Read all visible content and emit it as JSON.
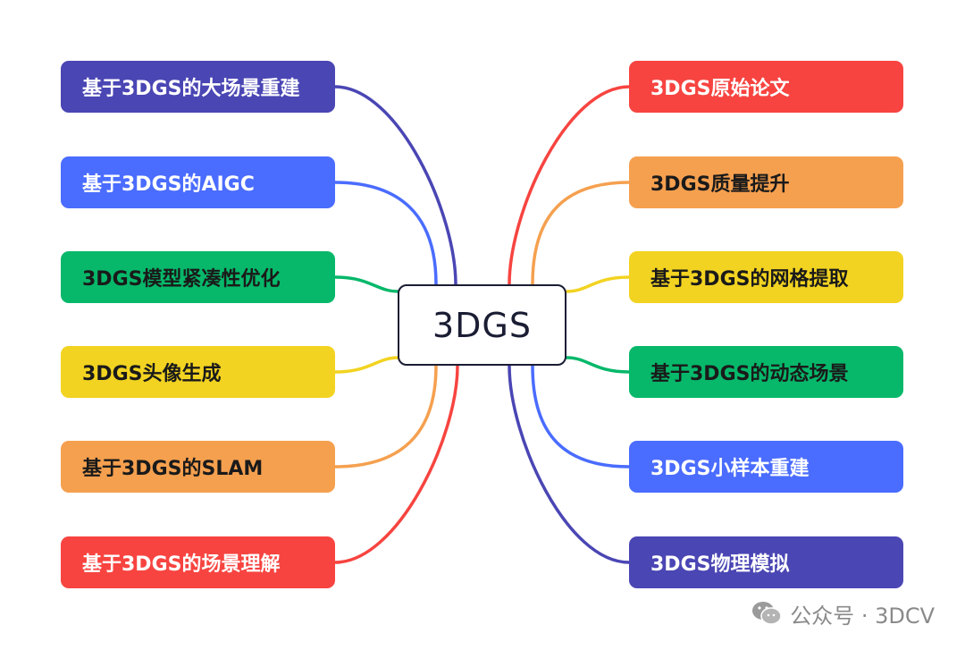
{
  "center": {
    "label": "3DGS"
  },
  "left_nodes": [
    {
      "label": "基于3DGS的大场景重建",
      "color": "#4a46b4",
      "text_color": "#ffffff"
    },
    {
      "label": "基于3DGS的AIGC",
      "color": "#4a6cff",
      "text_color": "#ffffff"
    },
    {
      "label": "3DGS模型紧凑性优化",
      "color": "#07b86a",
      "text_color": "#1a1a1a"
    },
    {
      "label": "3DGS头像生成",
      "color": "#f2d321",
      "text_color": "#1a1a1a"
    },
    {
      "label": "基于3DGS的SLAM",
      "color": "#f5a04f",
      "text_color": "#1a1a1a"
    },
    {
      "label": "基于3DGS的场景理解",
      "color": "#f74440",
      "text_color": "#ffffff"
    }
  ],
  "right_nodes": [
    {
      "label": "3DGS原始论文",
      "color": "#f74440",
      "text_color": "#ffffff"
    },
    {
      "label": "3DGS质量提升",
      "color": "#f5a04f",
      "text_color": "#1a1a1a"
    },
    {
      "label": "基于3DGS的网格提取",
      "color": "#f2d321",
      "text_color": "#1a1a1a"
    },
    {
      "label": "基于3DGS的动态场景",
      "color": "#07b86a",
      "text_color": "#1a1a1a"
    },
    {
      "label": "3DGS小样本重建",
      "color": "#4a6cff",
      "text_color": "#ffffff"
    },
    {
      "label": "3DGS物理模拟",
      "color": "#4a46b4",
      "text_color": "#ffffff"
    }
  ],
  "watermark": {
    "text": "公众号 · 3DCV",
    "icon": "wechat-icon"
  }
}
